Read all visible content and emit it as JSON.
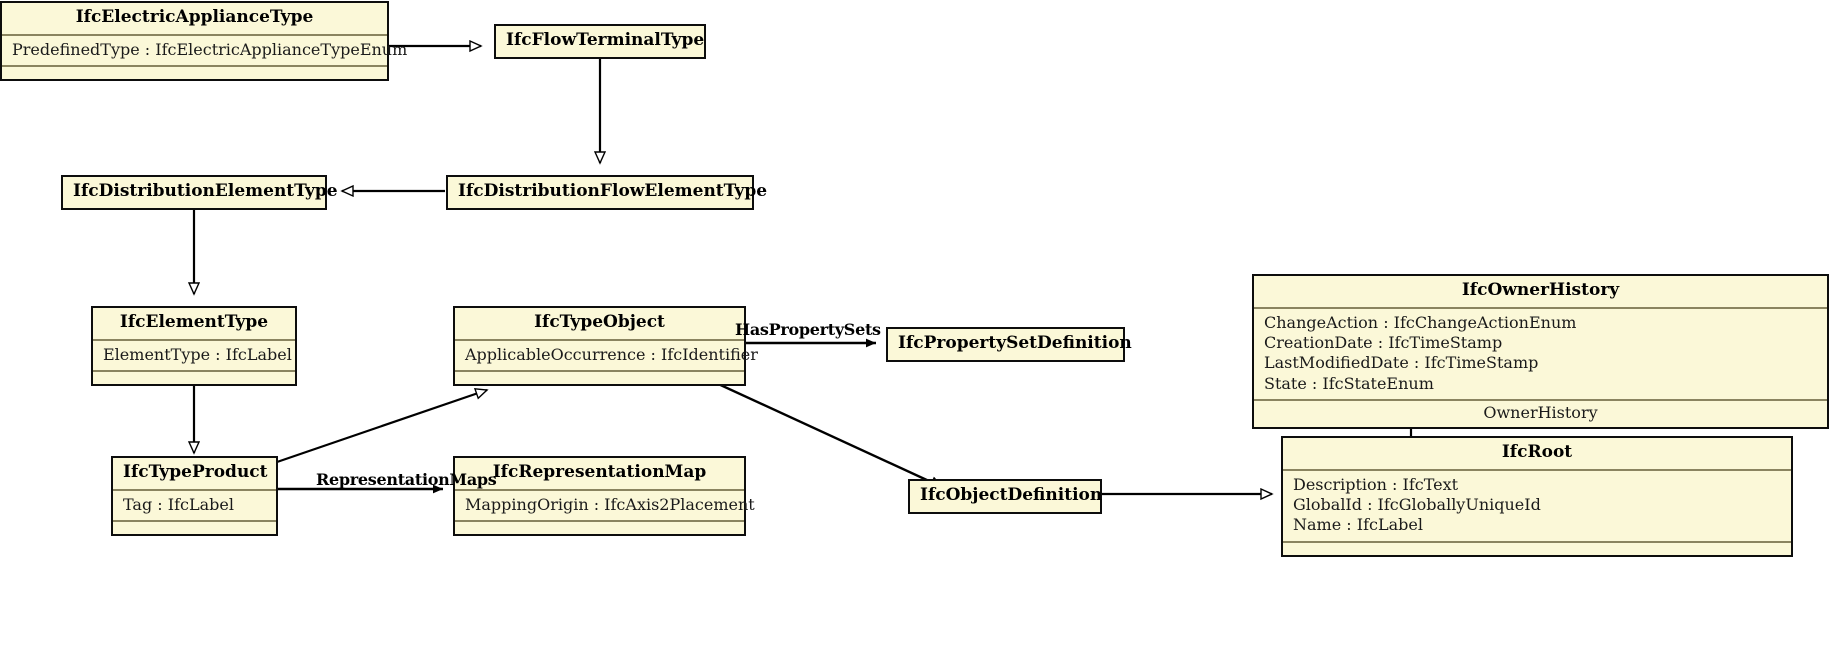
{
  "diagram": {
    "title": "IFC Electric Appliance Type Class Hierarchy",
    "type": "uml-class-diagram",
    "background_color": "#ffffff",
    "class_fill_color": "#fbf8d8",
    "class_border_color": "#0d0d0d",
    "compartment_rule_color": "#8a8460"
  },
  "classes": [
    {
      "id": "ifc-electric-appliance-type",
      "name": "IfcElectricApplianceType",
      "attributes": [
        "PredefinedType : IfcElectricApplianceTypeEnum"
      ],
      "empty_compartments": 1
    },
    {
      "id": "ifc-flow-terminal-type",
      "name": "IfcFlowTerminalType",
      "attributes": [],
      "empty_compartments": 0
    },
    {
      "id": "ifc-distribution-element-type",
      "name": "IfcDistributionElementType",
      "attributes": [],
      "empty_compartments": 0
    },
    {
      "id": "ifc-distribution-flow-element-type",
      "name": "IfcDistributionFlowElementType",
      "attributes": [],
      "empty_compartments": 0
    },
    {
      "id": "ifc-element-type",
      "name": "IfcElementType",
      "attributes": [
        "ElementType : IfcLabel"
      ],
      "empty_compartments": 1
    },
    {
      "id": "ifc-type-object",
      "name": "IfcTypeObject",
      "attributes": [
        "ApplicableOccurrence : IfcIdentifier"
      ],
      "empty_compartments": 1
    },
    {
      "id": "ifc-property-set-definition",
      "name": "IfcPropertySetDefinition",
      "attributes": [],
      "empty_compartments": 0
    },
    {
      "id": "ifc-owner-history",
      "name": "IfcOwnerHistory",
      "attributes": [
        "ChangeAction : IfcChangeActionEnum",
        "CreationDate : IfcTimeStamp",
        "LastModifiedDate : IfcTimeStamp",
        "State : IfcStateEnum"
      ],
      "operations": [
        "OwnerHistory"
      ],
      "empty_compartments": 0
    },
    {
      "id": "ifc-type-product",
      "name": "IfcTypeProduct",
      "attributes": [
        "Tag : IfcLabel"
      ],
      "empty_compartments": 1
    },
    {
      "id": "ifc-representation-map",
      "name": "IfcRepresentationMap",
      "attributes": [
        "MappingOrigin : IfcAxis2Placement"
      ],
      "empty_compartments": 1
    },
    {
      "id": "ifc-object-definition",
      "name": "IfcObjectDefinition",
      "attributes": [],
      "empty_compartments": 0
    },
    {
      "id": "ifc-root",
      "name": "IfcRoot",
      "attributes": [
        "Description : IfcText",
        "GlobalId : IfcGloballyUniqueId",
        "Name : IfcLabel"
      ],
      "empty_compartments": 1
    }
  ],
  "relationships": [
    {
      "id": "rel-appliance-to-flowterminal",
      "from": "IfcElectricApplianceType",
      "to": "IfcFlowTerminalType",
      "kind": "generalization",
      "arrowhead": "hollow-triangle",
      "label": ""
    },
    {
      "id": "rel-flowterminal-to-distflow",
      "from": "IfcFlowTerminalType",
      "to": "IfcDistributionFlowElementType",
      "kind": "generalization",
      "arrowhead": "hollow-triangle",
      "label": ""
    },
    {
      "id": "rel-distflow-to-distelem",
      "from": "IfcDistributionFlowElementType",
      "to": "IfcDistributionElementType",
      "kind": "generalization",
      "arrowhead": "hollow-triangle",
      "label": ""
    },
    {
      "id": "rel-distelem-to-elementtype",
      "from": "IfcDistributionElementType",
      "to": "IfcElementType",
      "kind": "generalization",
      "arrowhead": "hollow-triangle",
      "label": ""
    },
    {
      "id": "rel-elementtype-to-typeproduct",
      "from": "IfcElementType",
      "to": "IfcTypeProduct",
      "kind": "generalization",
      "arrowhead": "hollow-triangle",
      "label": ""
    },
    {
      "id": "rel-typeproduct-to-typeobject",
      "from": "IfcTypeProduct",
      "to": "IfcTypeObject",
      "kind": "generalization",
      "arrowhead": "hollow-triangle",
      "label": ""
    },
    {
      "id": "rel-typeobject-haspropertysets",
      "from": "IfcTypeObject",
      "to": "IfcPropertySetDefinition",
      "kind": "association",
      "arrowhead": "solid-arrow",
      "label": "HasPropertySets"
    },
    {
      "id": "rel-typeobject-to-objectdefinition",
      "from": "IfcTypeObject",
      "to": "IfcObjectDefinition",
      "kind": "generalization",
      "arrowhead": "hollow-triangle",
      "label": ""
    },
    {
      "id": "rel-typeproduct-representationmaps",
      "from": "IfcTypeProduct",
      "to": "IfcRepresentationMap",
      "kind": "association",
      "arrowhead": "solid-arrow",
      "label": "RepresentationMaps"
    },
    {
      "id": "rel-objectdefinition-to-root",
      "from": "IfcObjectDefinition",
      "to": "IfcRoot",
      "kind": "generalization",
      "arrowhead": "hollow-triangle",
      "label": ""
    },
    {
      "id": "rel-root-ownerhistory",
      "from": "IfcRoot",
      "to": "IfcOwnerHistory",
      "kind": "association",
      "arrowhead": "solid-arrow",
      "label": ""
    }
  ],
  "labels": {
    "has_property_sets": "HasPropertySets",
    "representation_maps": "RepresentationMaps"
  }
}
